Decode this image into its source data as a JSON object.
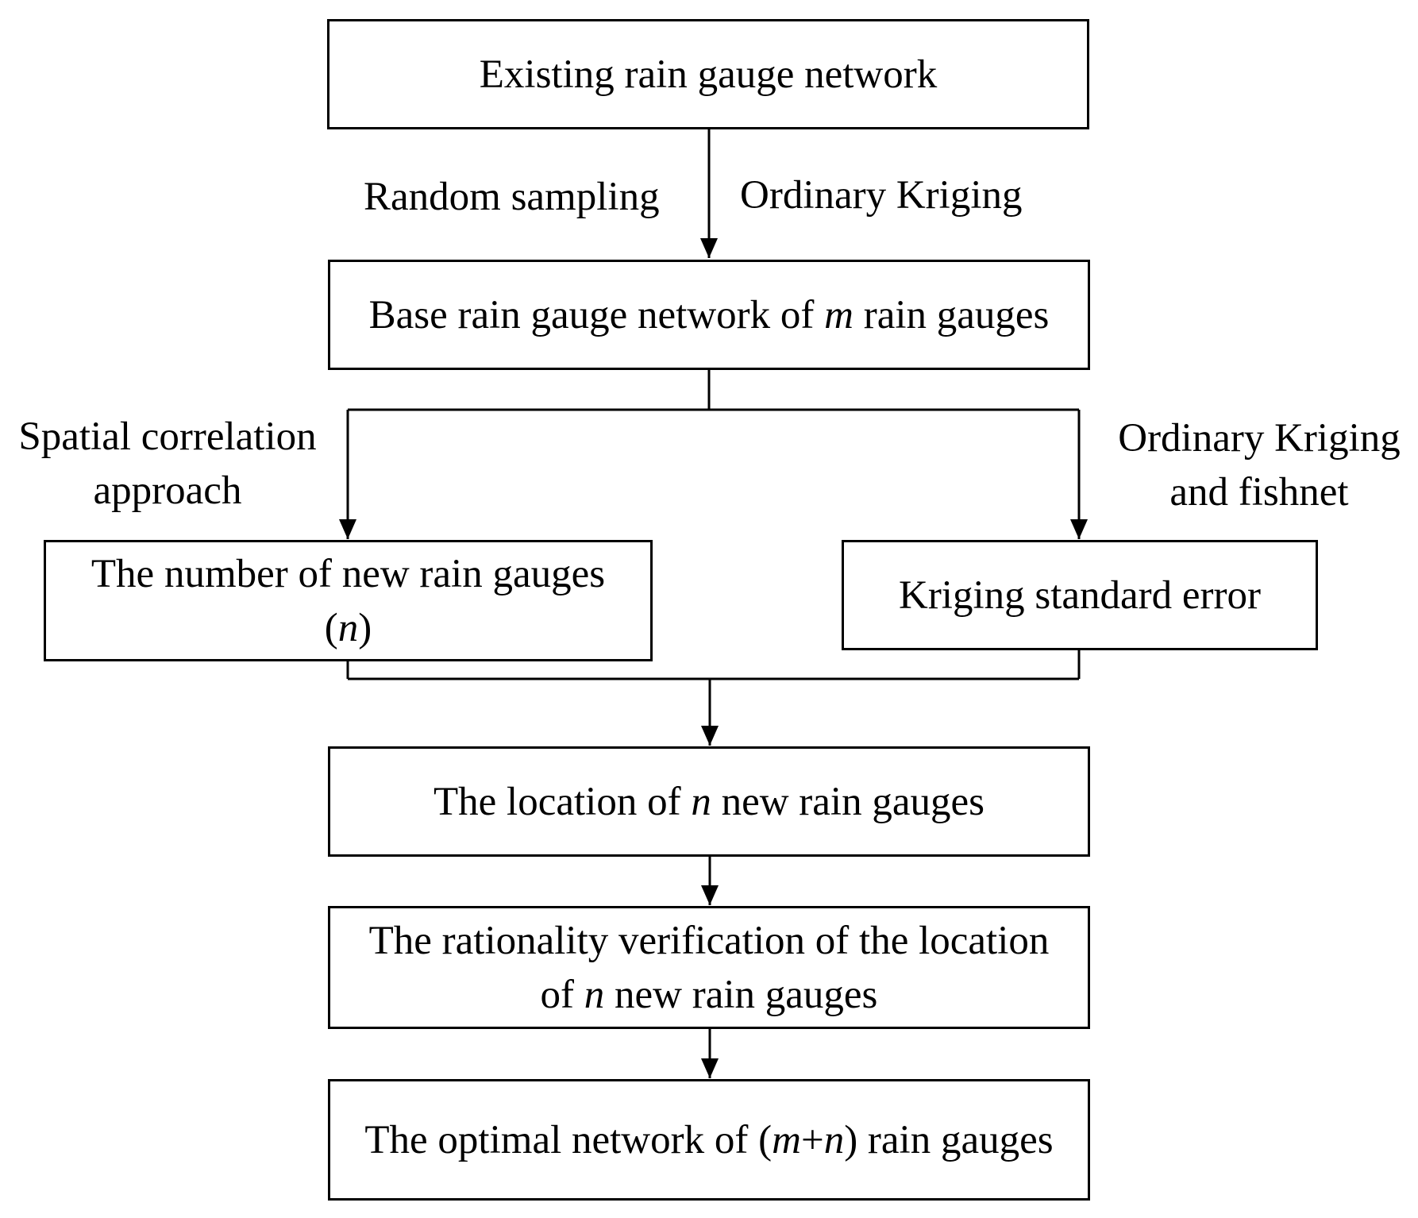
{
  "nodes": {
    "existing": "Existing rain gauge network",
    "base": {
      "pre": "Base rain gauge network of ",
      "var": "m",
      "post": " rain gauges"
    },
    "number": {
      "line1": "The number of  new rain gauges",
      "open": "(",
      "var": "n",
      "close": ")"
    },
    "kse": "Kriging standard error",
    "location": {
      "pre": "The location of ",
      "var": "n",
      "post": " new rain gauges"
    },
    "verify": {
      "line1": "The rationality verification of the location",
      "pre": "of ",
      "var": "n",
      "post": " new rain gauges"
    },
    "optimal": {
      "pre": "The optimal network of (",
      "var1": "m",
      "plus": "+",
      "var2": "n",
      "post": ") rain gauges"
    }
  },
  "edge_labels": {
    "random_sampling": "Random sampling",
    "ordinary_kriging": "Ordinary Kriging",
    "spatial_line1": "Spatial correlation",
    "spatial_line2": "approach",
    "ok_fishnet_line1": "Ordinary Kriging",
    "ok_fishnet_line2": "and fishnet"
  },
  "colors": {
    "stroke": "#000000",
    "background": "#ffffff"
  }
}
